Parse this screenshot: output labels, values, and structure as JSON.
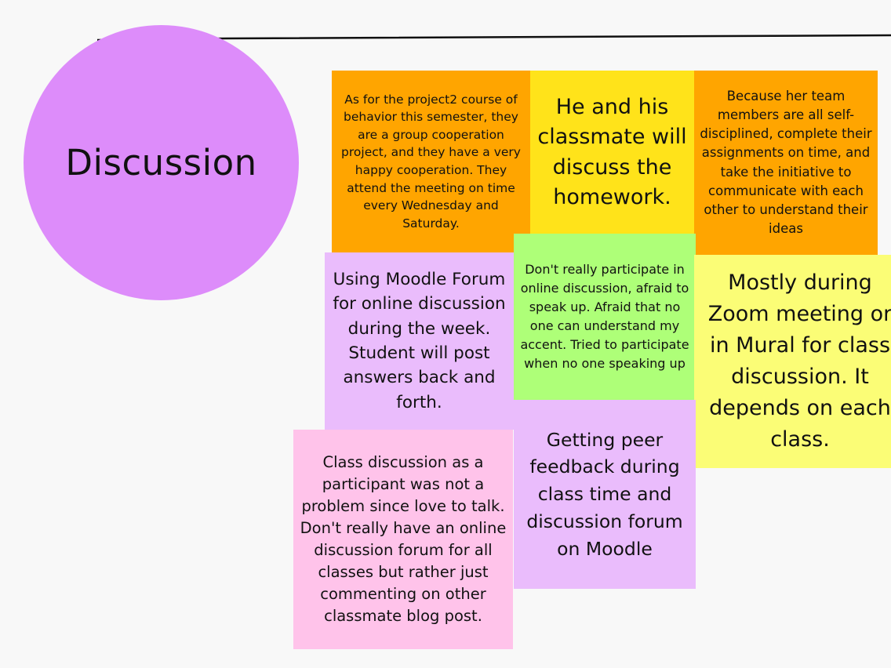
{
  "board": {
    "topic": {
      "label": "Discussion",
      "color": "#dd8cfa"
    },
    "connector_color": "#111111",
    "notes": [
      {
        "id": "project2",
        "color": "#ffa500",
        "text": "As for the project2 course of behavior this semester, they are a group cooperation project, and they have a very happy cooperation. They attend the meeting on time every Wednesday and Saturday."
      },
      {
        "id": "homework",
        "color": "#ffe31a",
        "text": "He and his classmate will discuss the homework."
      },
      {
        "id": "team",
        "color": "#ffa500",
        "text": "Because her team members are all self-disciplined, complete their assignments on time, and take the initiative to communicate with each other to understand their ideas"
      },
      {
        "id": "moodle-forum",
        "color": "#eabcfc",
        "text": "Using Moodle Forum for online discussion during the week. Student will post answers back and forth."
      },
      {
        "id": "afraid",
        "color": "#aeff78",
        "text": "Don't really participate in online discussion, afraid to speak up. Afraid that no one can understand my accent. Tried to participate when no one speaking up"
      },
      {
        "id": "zoom",
        "color": "#fbfd76",
        "text": "Mostly during Zoom meeting or in Mural for class discussion. It depends on each class."
      },
      {
        "id": "peer",
        "color": "#eabcfc",
        "text": "Getting peer feedback during class time and discussion forum on Moodle"
      },
      {
        "id": "class-disc",
        "color": "#ffc3ea",
        "text": "Class discussion as a participant was not a problem since love to talk. Don't really have an online discussion forum for all classes but rather just commenting on other classmate blog post."
      }
    ]
  }
}
